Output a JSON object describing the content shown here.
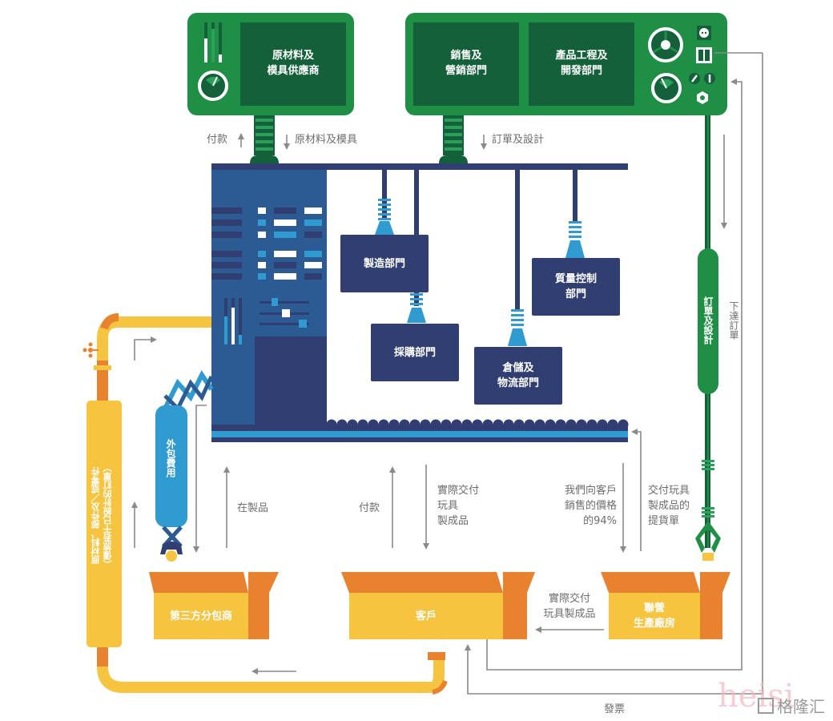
{
  "colors": {
    "green": "#1e8f45",
    "dark_green": "#13603a",
    "navy": "#313e72",
    "steel_blue": "#2b5b92",
    "cyan": "#2f9bd0",
    "yellow": "#f6c43f",
    "orange": "#e8822e",
    "arrow_gray": "#8a8a8a"
  },
  "top_panels": {
    "supplier": {
      "line1": "原材料及",
      "line2": "模具供應商"
    },
    "sales": {
      "line1": "銷售及",
      "line2": "營銷部門"
    },
    "engineering": {
      "line1": "產品工程及",
      "line2": "開發部門"
    }
  },
  "flow_labels": {
    "payment_top": "付款",
    "materials_molds": "原材料及模具",
    "orders_designs": "訂單及設計",
    "place_orders": "下達訂單",
    "orders_designs_vertical": "訂單及設計",
    "wip": "在製品",
    "payment_mid": "付款",
    "delivery_line1": "實際交付",
    "delivery_line2": "玩具",
    "delivery_line3": "製成品",
    "price_line1": "我們向客戶",
    "price_line2": "銷售的價格",
    "price_line3": "的94%",
    "bol_line1": "交付玩具",
    "bol_line2": "製成品的",
    "bol_line3": "提貨單",
    "delivery_h_line1": "實際交付",
    "delivery_h_line2": "玩具製成品",
    "invoice": "發票",
    "subcontract_fee": "外包費用",
    "materials_vertical_line1": "原材料、部件及／或零件",
    "materials_vertical_line2": "（僅旅若干已設計的訂單）"
  },
  "departments": [
    {
      "line1": "製造部門",
      "line2": ""
    },
    {
      "line1": "採購部門",
      "line2": ""
    },
    {
      "line1": "倉儲及",
      "line2": "物流部門"
    },
    {
      "line1": "質量控制",
      "line2": "部門"
    }
  ],
  "boxes": {
    "subcontractor": {
      "line1": "第三方分包商",
      "line2": ""
    },
    "customer": {
      "line1": "客戶",
      "line2": ""
    },
    "jv_plant": {
      "line1": "聯營",
      "line2": "生產廠房"
    }
  },
  "watermark": {
    "latin": "heisi",
    "cjk": "格隆汇"
  }
}
